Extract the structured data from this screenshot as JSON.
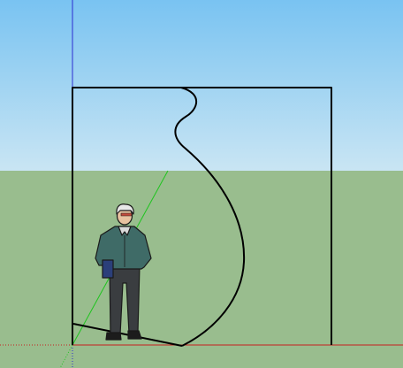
{
  "viewport": {
    "title": "",
    "colors": {
      "sky_top": "#79c3f2",
      "sky_bottom": "#c9e5f3",
      "ground": "#99bd8e",
      "edge": "#000000",
      "axis_blue": "#2c2cd0",
      "axis_red": "#c81e1e",
      "axis_green": "#1fc41f",
      "person_jacket": "#3f6b67",
      "person_pants": "#3a3d40",
      "person_skin": "#e8c2a0",
      "person_hair": "#e8e8e8",
      "person_folder": "#2b3f7a"
    }
  },
  "scene": {
    "axes": [
      "blue-axis",
      "red-axis",
      "green-axis"
    ],
    "model": [
      "rectangle-face",
      "curved-cutout-edge",
      "ground-diagonal-edge"
    ],
    "entity": "person-figure"
  }
}
